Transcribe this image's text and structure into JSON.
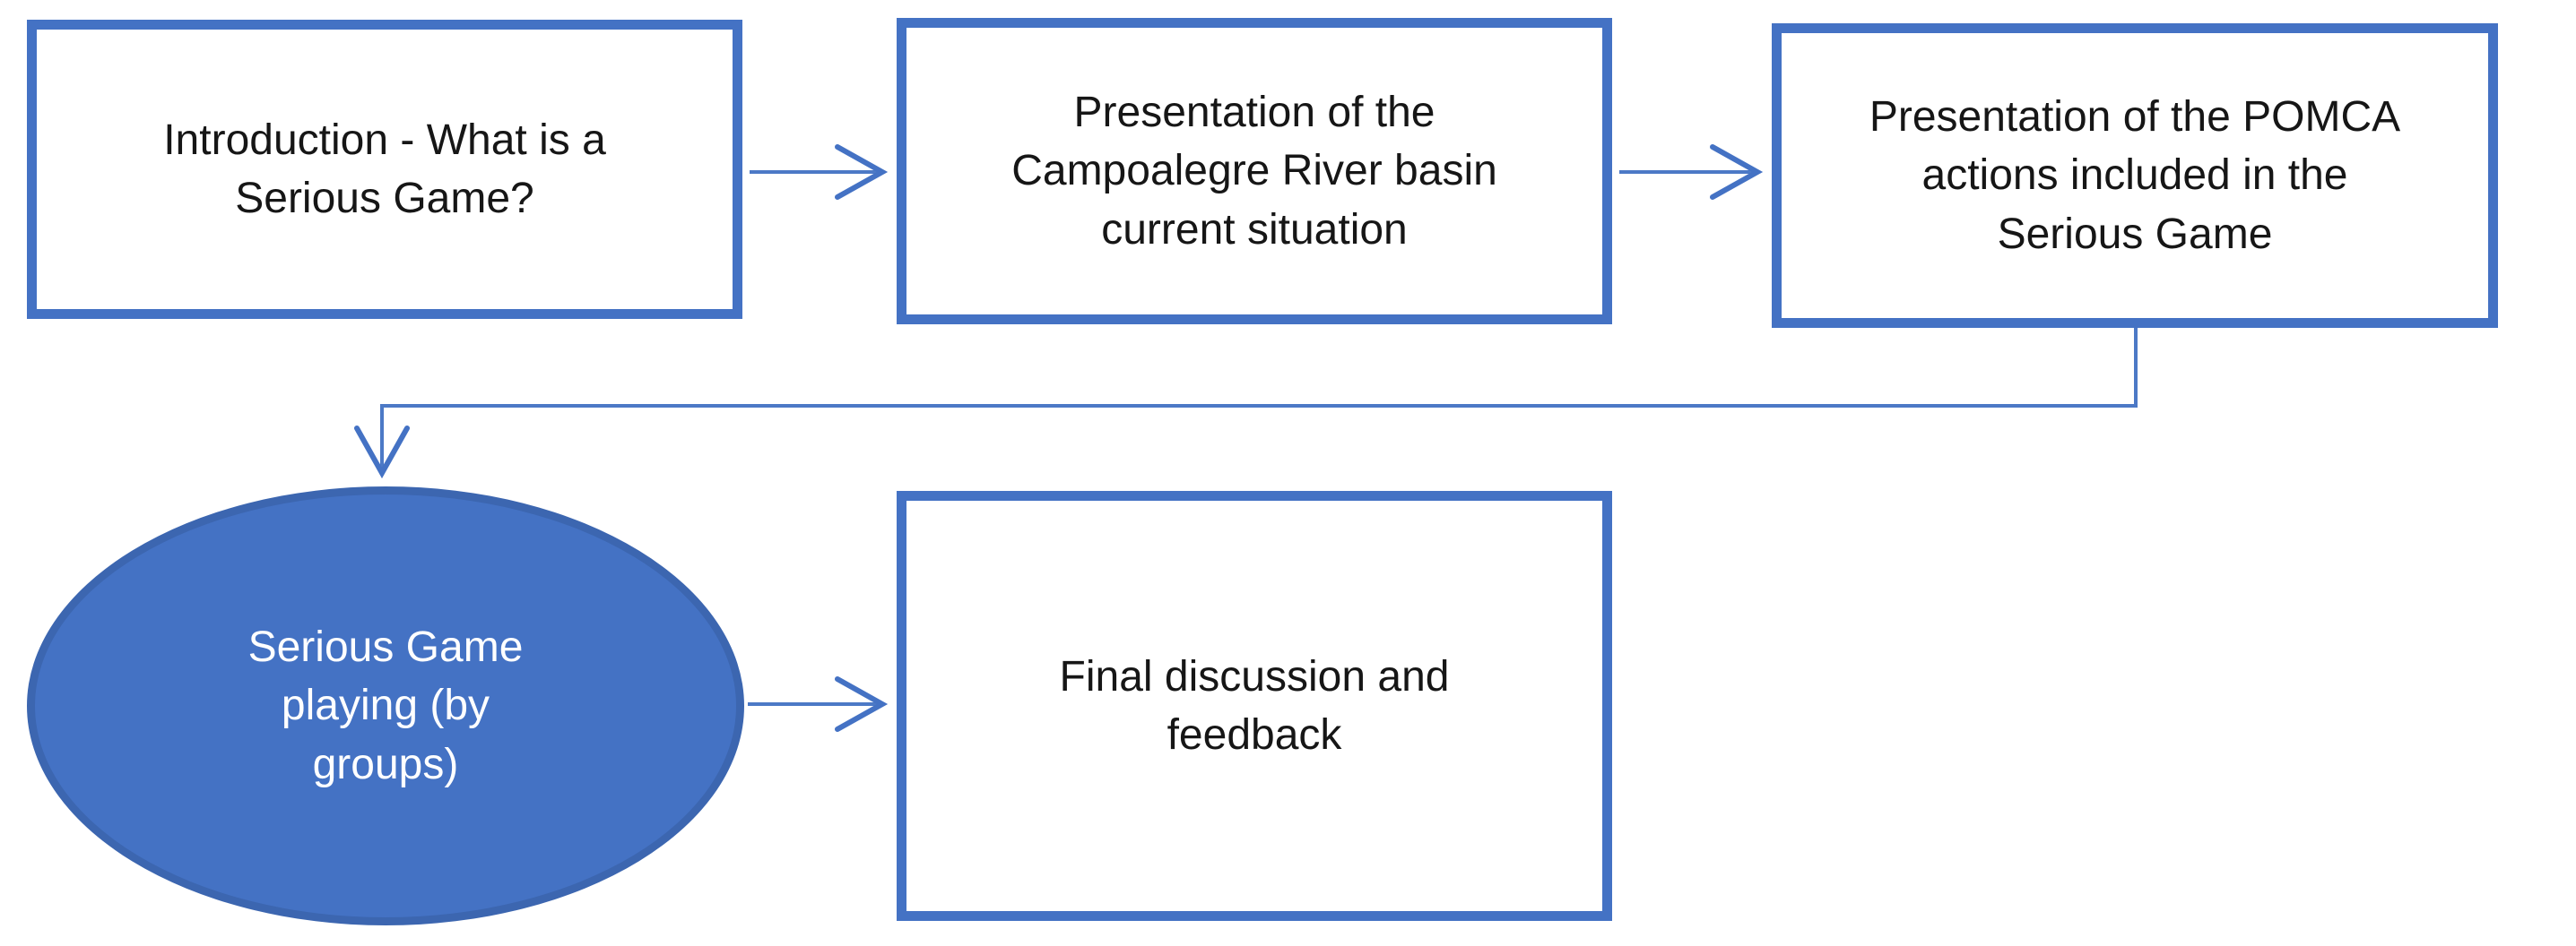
{
  "diagram": {
    "type": "flowchart",
    "background": "#FFFFFF",
    "colors": {
      "box_border": "#4472C4",
      "box_fill": "#FFFFFF",
      "box_text": "#161616",
      "ellipse_fill": "#4472C4",
      "ellipse_border": "#3C66B0",
      "ellipse_text": "#FFFFFF",
      "connector": "#4C79C6"
    },
    "nodes": [
      {
        "id": "intro",
        "shape": "rectangle",
        "label": "Introduction - What is a\nSerious Game?"
      },
      {
        "id": "basin",
        "shape": "rectangle",
        "label": "Presentation of the\nCampoalegre River basin\ncurrent situation"
      },
      {
        "id": "pomca",
        "shape": "rectangle",
        "label": "Presentation of the POMCA\nactions included in the\nSerious Game"
      },
      {
        "id": "playing",
        "shape": "ellipse",
        "label": "Serious Game\nplaying (by\ngroups)"
      },
      {
        "id": "final",
        "shape": "rectangle",
        "label": "Final discussion and\nfeedback"
      }
    ],
    "edges": [
      {
        "from": "intro",
        "to": "basin",
        "style": "straight-open-arrow"
      },
      {
        "from": "basin",
        "to": "pomca",
        "style": "straight-open-arrow"
      },
      {
        "from": "pomca",
        "to": "playing",
        "style": "elbow-open-arrow"
      },
      {
        "from": "playing",
        "to": "final",
        "style": "straight-open-arrow"
      }
    ]
  }
}
